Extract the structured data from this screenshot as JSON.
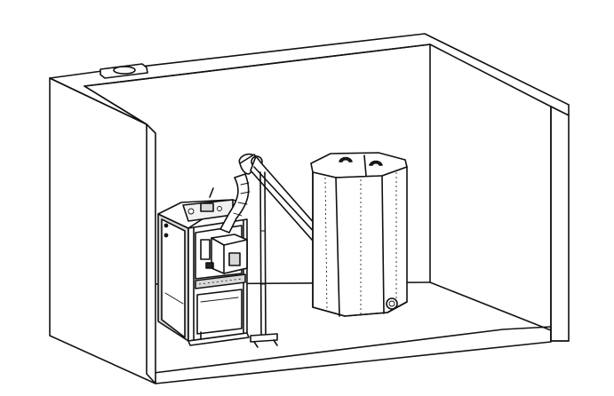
{
  "figure": {
    "kind": "line drawing",
    "colors": {
      "line": "#111111",
      "background": "#ffffff",
      "panel_shade": "#d8d8d8"
    },
    "components": [
      {
        "id": "room",
        "icon": "room-walls-cutaway"
      },
      {
        "id": "boiler",
        "icon": "pellet-boiler"
      },
      {
        "id": "auger",
        "icon": "feed-auger-tube"
      },
      {
        "id": "silo",
        "icon": "octagonal-pellet-silo"
      },
      {
        "id": "chimney",
        "icon": "flue-opening"
      }
    ]
  }
}
